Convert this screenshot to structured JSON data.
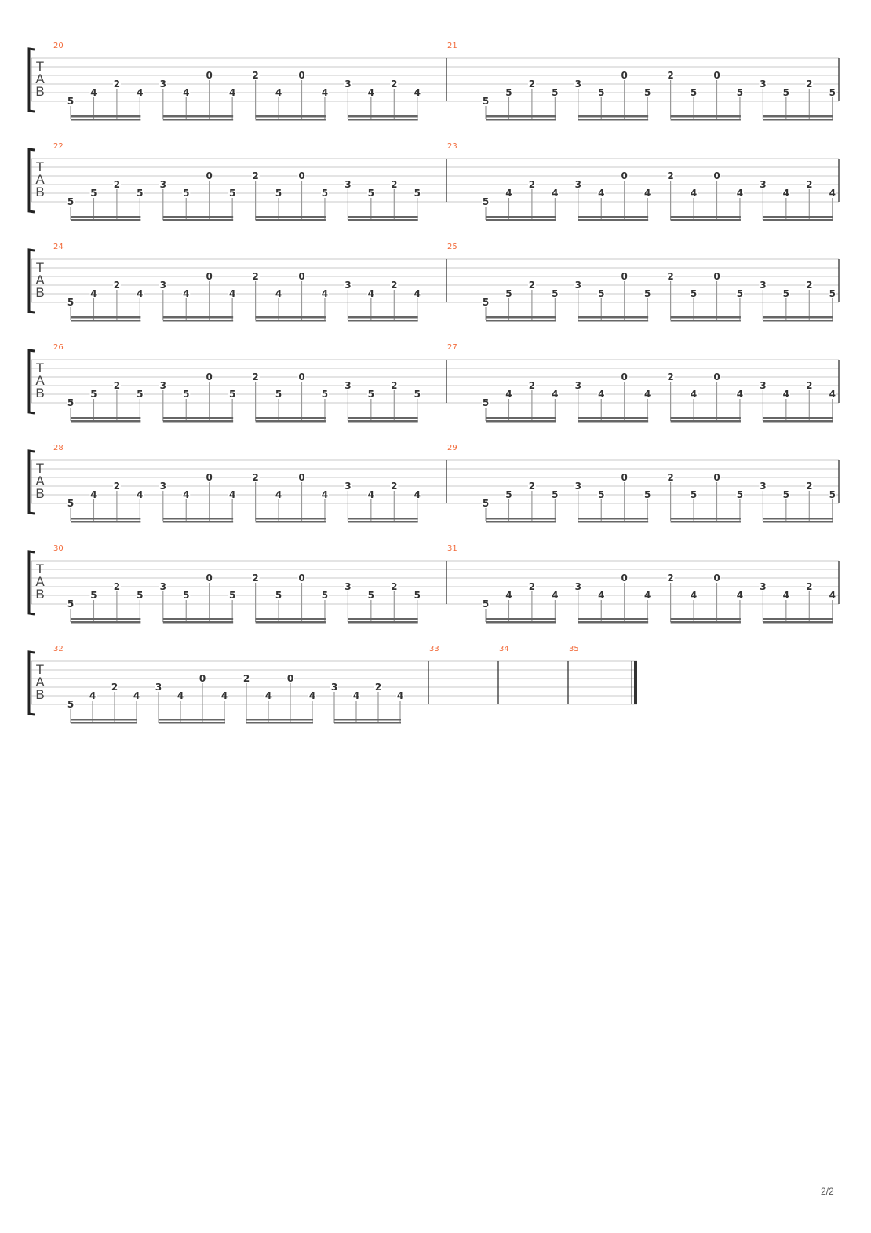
{
  "page": {
    "number_label": "2/2"
  },
  "tab_clef": [
    "T",
    "A",
    "B"
  ],
  "string_pattern": [
    6,
    5,
    4,
    5,
    4,
    5,
    3,
    5,
    3,
    5,
    3,
    5,
    4,
    5,
    4,
    5
  ],
  "systems": [
    {
      "measures": [
        {
          "number": "20",
          "frets": [
            5,
            4,
            2,
            4,
            3,
            4,
            0,
            4,
            2,
            4,
            0,
            4,
            3,
            4,
            2,
            4
          ]
        },
        {
          "number": "21",
          "frets": [
            5,
            5,
            2,
            5,
            3,
            5,
            0,
            5,
            2,
            5,
            0,
            5,
            3,
            5,
            2,
            5
          ]
        }
      ]
    },
    {
      "measures": [
        {
          "number": "22",
          "frets": [
            5,
            5,
            2,
            5,
            3,
            5,
            0,
            5,
            2,
            5,
            0,
            5,
            3,
            5,
            2,
            5
          ]
        },
        {
          "number": "23",
          "frets": [
            5,
            4,
            2,
            4,
            3,
            4,
            0,
            4,
            2,
            4,
            0,
            4,
            3,
            4,
            2,
            4
          ]
        }
      ]
    },
    {
      "measures": [
        {
          "number": "24",
          "frets": [
            5,
            4,
            2,
            4,
            3,
            4,
            0,
            4,
            2,
            4,
            0,
            4,
            3,
            4,
            2,
            4
          ]
        },
        {
          "number": "25",
          "frets": [
            5,
            5,
            2,
            5,
            3,
            5,
            0,
            5,
            2,
            5,
            0,
            5,
            3,
            5,
            2,
            5
          ]
        }
      ]
    },
    {
      "measures": [
        {
          "number": "26",
          "frets": [
            5,
            5,
            2,
            5,
            3,
            5,
            0,
            5,
            2,
            5,
            0,
            5,
            3,
            5,
            2,
            5
          ]
        },
        {
          "number": "27",
          "frets": [
            5,
            4,
            2,
            4,
            3,
            4,
            0,
            4,
            2,
            4,
            0,
            4,
            3,
            4,
            2,
            4
          ]
        }
      ]
    },
    {
      "measures": [
        {
          "number": "28",
          "frets": [
            5,
            4,
            2,
            4,
            3,
            4,
            0,
            4,
            2,
            4,
            0,
            4,
            3,
            4,
            2,
            4
          ]
        },
        {
          "number": "29",
          "frets": [
            5,
            5,
            2,
            5,
            3,
            5,
            0,
            5,
            2,
            5,
            0,
            5,
            3,
            5,
            2,
            5
          ]
        }
      ]
    },
    {
      "measures": [
        {
          "number": "30",
          "frets": [
            5,
            5,
            2,
            5,
            3,
            5,
            0,
            5,
            2,
            5,
            0,
            5,
            3,
            5,
            2,
            5
          ]
        },
        {
          "number": "31",
          "frets": [
            5,
            4,
            2,
            4,
            3,
            4,
            0,
            4,
            2,
            4,
            0,
            4,
            3,
            4,
            2,
            4
          ]
        }
      ]
    },
    {
      "measures": [
        {
          "number": "32",
          "frets": [
            5,
            4,
            2,
            4,
            3,
            4,
            0,
            4,
            2,
            4,
            0,
            4,
            3,
            4,
            2,
            4
          ]
        },
        {
          "number": "33",
          "frets": []
        },
        {
          "number": "34",
          "frets": []
        },
        {
          "number": "35",
          "frets": []
        }
      ]
    }
  ]
}
